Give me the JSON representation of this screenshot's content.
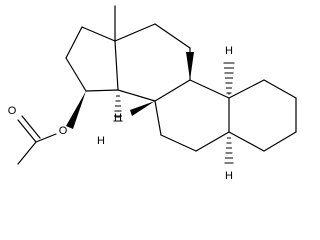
{
  "labels": {
    "oxygen_carbonyl": "O",
    "oxygen_ester": "O",
    "h_c8": "H",
    "h_c9": "H",
    "h_c14": "H",
    "h_c5": "H"
  },
  "colors": {
    "ink": "#000000",
    "background": "#ffffff"
  }
}
